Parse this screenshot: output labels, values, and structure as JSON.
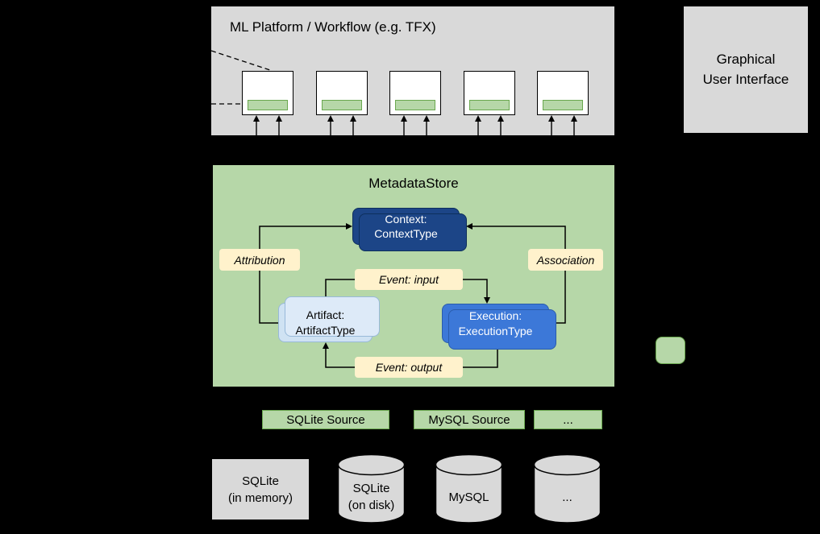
{
  "colors": {
    "background": "#000000",
    "panel_gray": "#d9d9d9",
    "green": "#b6d7a8",
    "green_border": "#6aa84f",
    "context_dark_blue": "#1c4587",
    "execution_mid_blue": "#3c78d8",
    "artifact_light_blue": "#cfe2f3",
    "event_cream": "#fff2cc",
    "line_black": "#000000"
  },
  "platform": {
    "title": "ML Platform / Workflow (e.g. TFX)"
  },
  "gui": {
    "label": "Graphical\nUser Interface"
  },
  "store": {
    "title": "MetadataStore",
    "context_label": "Context:\nContextType",
    "artifact_label": "Artifact:\nArtifactType",
    "execution_label": "Execution:\nExecutionType",
    "attribution_label": "Attribution",
    "association_label": "Association",
    "event_input_label": "Event: input",
    "event_output_label": "Event: output"
  },
  "sources": [
    {
      "label": "SQLite Source"
    },
    {
      "label": "MySQL Source"
    },
    {
      "label": "..."
    }
  ],
  "storage": {
    "sqlite_memory_label": "SQLite\n(in memory)",
    "sqlite_disk_label": "SQLite\n(on disk)",
    "mysql_label": "MySQL",
    "more_label": "..."
  }
}
